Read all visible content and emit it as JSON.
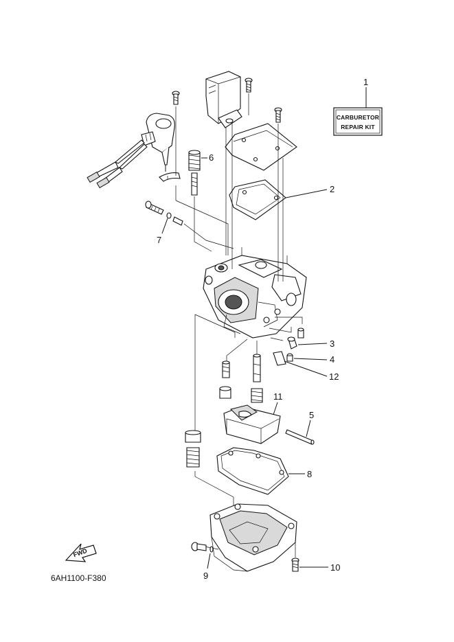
{
  "diagram": {
    "drawing_code": "6AH1100-F380",
    "fwd_label": "FWD",
    "repair_kit": {
      "line1": "CARBURETOR",
      "line2": "REPAIR KIT"
    },
    "callouts": {
      "c1": "1",
      "c2": "2",
      "c3": "3",
      "c4": "4",
      "c5": "5",
      "c6": "6",
      "c7": "7",
      "c8": "8",
      "c9": "9",
      "c10": "10",
      "c11": "11",
      "c12": "12"
    }
  }
}
